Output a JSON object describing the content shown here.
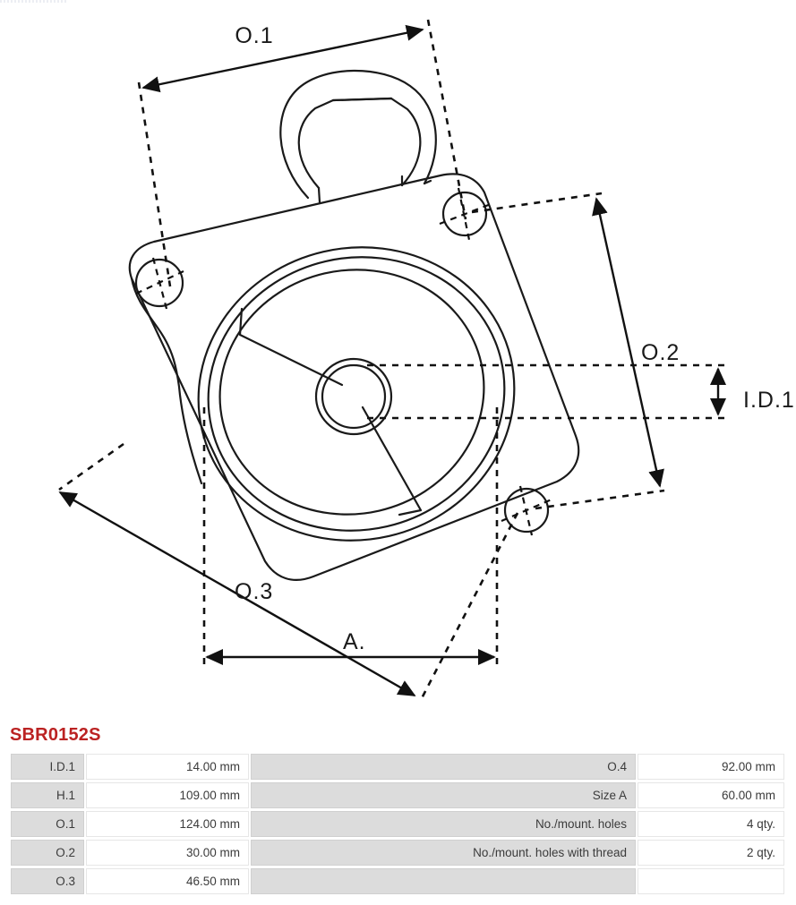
{
  "part": {
    "title": "SBR0152S",
    "title_color": "#bb2222"
  },
  "drawing": {
    "description": "Technical outline drawing of a starter brush holder / drive end housing shown at an angle, with mounting holes, central bore and a lifting eye at the top",
    "dimension_labels": {
      "o1": "O.1",
      "o2": "O.2",
      "o3": "O.3",
      "id1": "I.D.1",
      "a": "A."
    }
  },
  "spec_table": {
    "rows": [
      {
        "k1": "I.D.1",
        "v1": "14.00 mm",
        "k2": "O.4",
        "v2": "92.00 mm"
      },
      {
        "k1": "H.1",
        "v1": "109.00 mm",
        "k2": "Size A",
        "v2": "60.00 mm"
      },
      {
        "k1": "O.1",
        "v1": "124.00 mm",
        "k2": "No./mount. holes",
        "v2": "4 qty."
      },
      {
        "k1": "O.2",
        "v1": "30.00 mm",
        "k2": "No./mount. holes with thread",
        "v2": "2 qty."
      },
      {
        "k1": "O.3",
        "v1": "46.50 mm",
        "k2": "",
        "v2": ""
      }
    ]
  }
}
